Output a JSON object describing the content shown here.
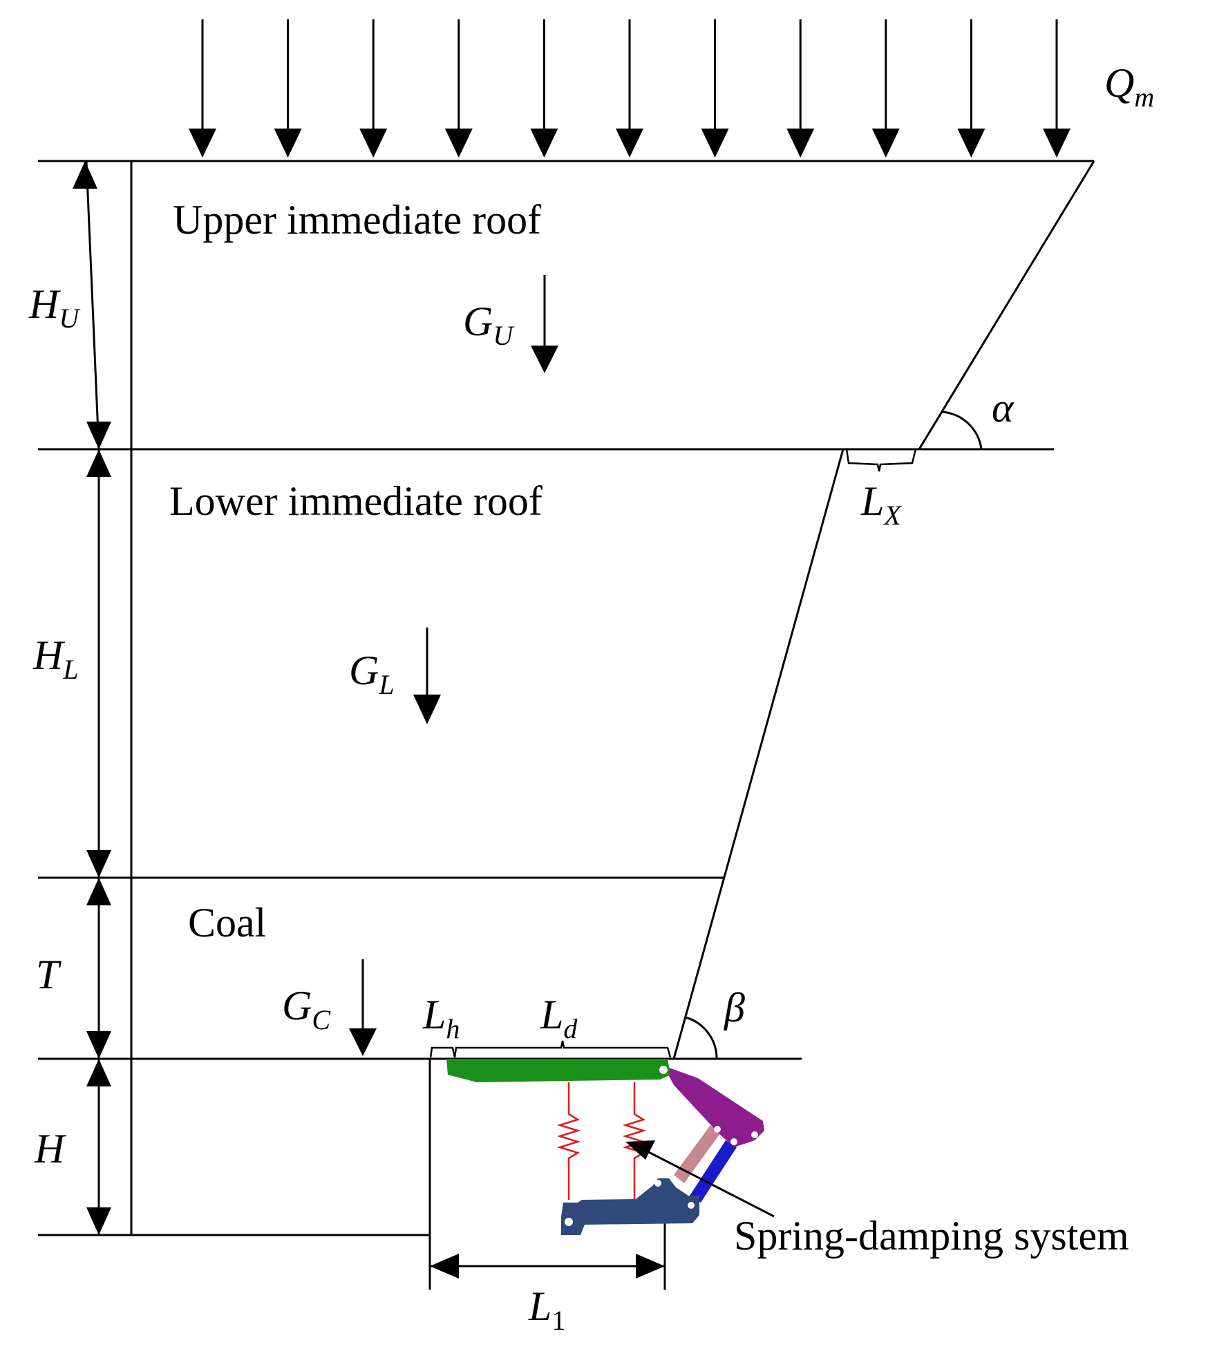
{
  "load": {
    "symbol": "Q",
    "subscript": "m",
    "arrow_count": 11
  },
  "layers": {
    "upper": {
      "name": "Upper immediate roof",
      "weight_symbol": "G",
      "weight_subscript": "U",
      "height_symbol": "H",
      "height_subscript": "U"
    },
    "lower": {
      "name": "Lower immediate roof",
      "weight_symbol": "G",
      "weight_subscript": "L",
      "height_symbol": "H",
      "height_subscript": "L"
    },
    "coal": {
      "name": "Coal",
      "weight_symbol": "G",
      "weight_subscript": "C",
      "height_symbol": "T"
    },
    "support": {
      "height_symbol": "H"
    }
  },
  "angles": {
    "alpha": "α",
    "beta": "β"
  },
  "dimensions": {
    "lx": {
      "symbol": "L",
      "subscript": "X"
    },
    "lh": {
      "symbol": "L",
      "subscript": "h"
    },
    "ld": {
      "symbol": "L",
      "subscript": "d"
    },
    "l1": {
      "symbol": "L",
      "subscript": "1"
    }
  },
  "support_system": {
    "label": "Spring-damping system"
  },
  "colors": {
    "canopy": "#1a8f1a",
    "rear_link": "#8e1e8e",
    "front_leg": "#c8888f",
    "rear_leg": "#1a1ac8",
    "base": "#2f4a7a",
    "spring": "#e01a1a"
  }
}
